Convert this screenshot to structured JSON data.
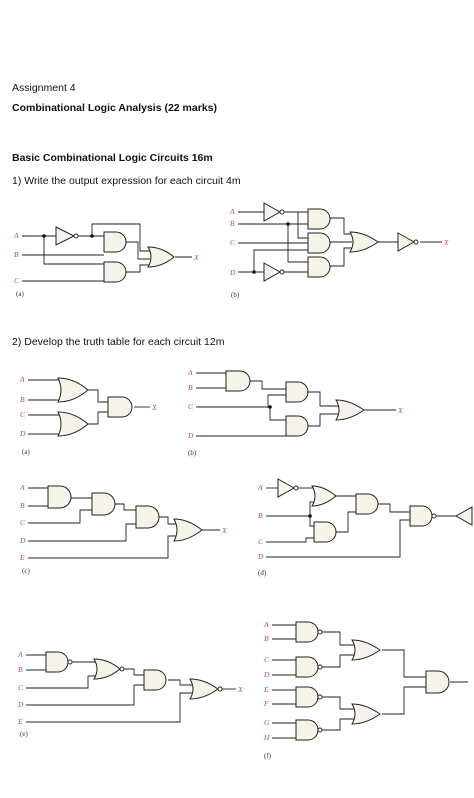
{
  "doc": {
    "assignment": "Assignment 4",
    "subtitle": "Combinational Logic Analysis (22 marks)",
    "section": "Basic Combinational Logic Circuits 16m",
    "q1": "1)   Write the output expression for each circuit 4m",
    "q2": "2)   Develop the truth table for each circuit 12m"
  },
  "sublabels": {
    "a": "(a)",
    "b": "(b)",
    "c": "(c)",
    "d": "(d)",
    "e": "(e)",
    "f": "(f)"
  },
  "inputs": {
    "A": "A",
    "B": "B",
    "C": "C",
    "D": "D",
    "E": "E",
    "F": "F",
    "G": "G",
    "H": "H",
    "X": "X"
  },
  "colors": {
    "label": "#c03a8c",
    "gate_fill": "#f6f3e8",
    "wire": "#222222"
  }
}
